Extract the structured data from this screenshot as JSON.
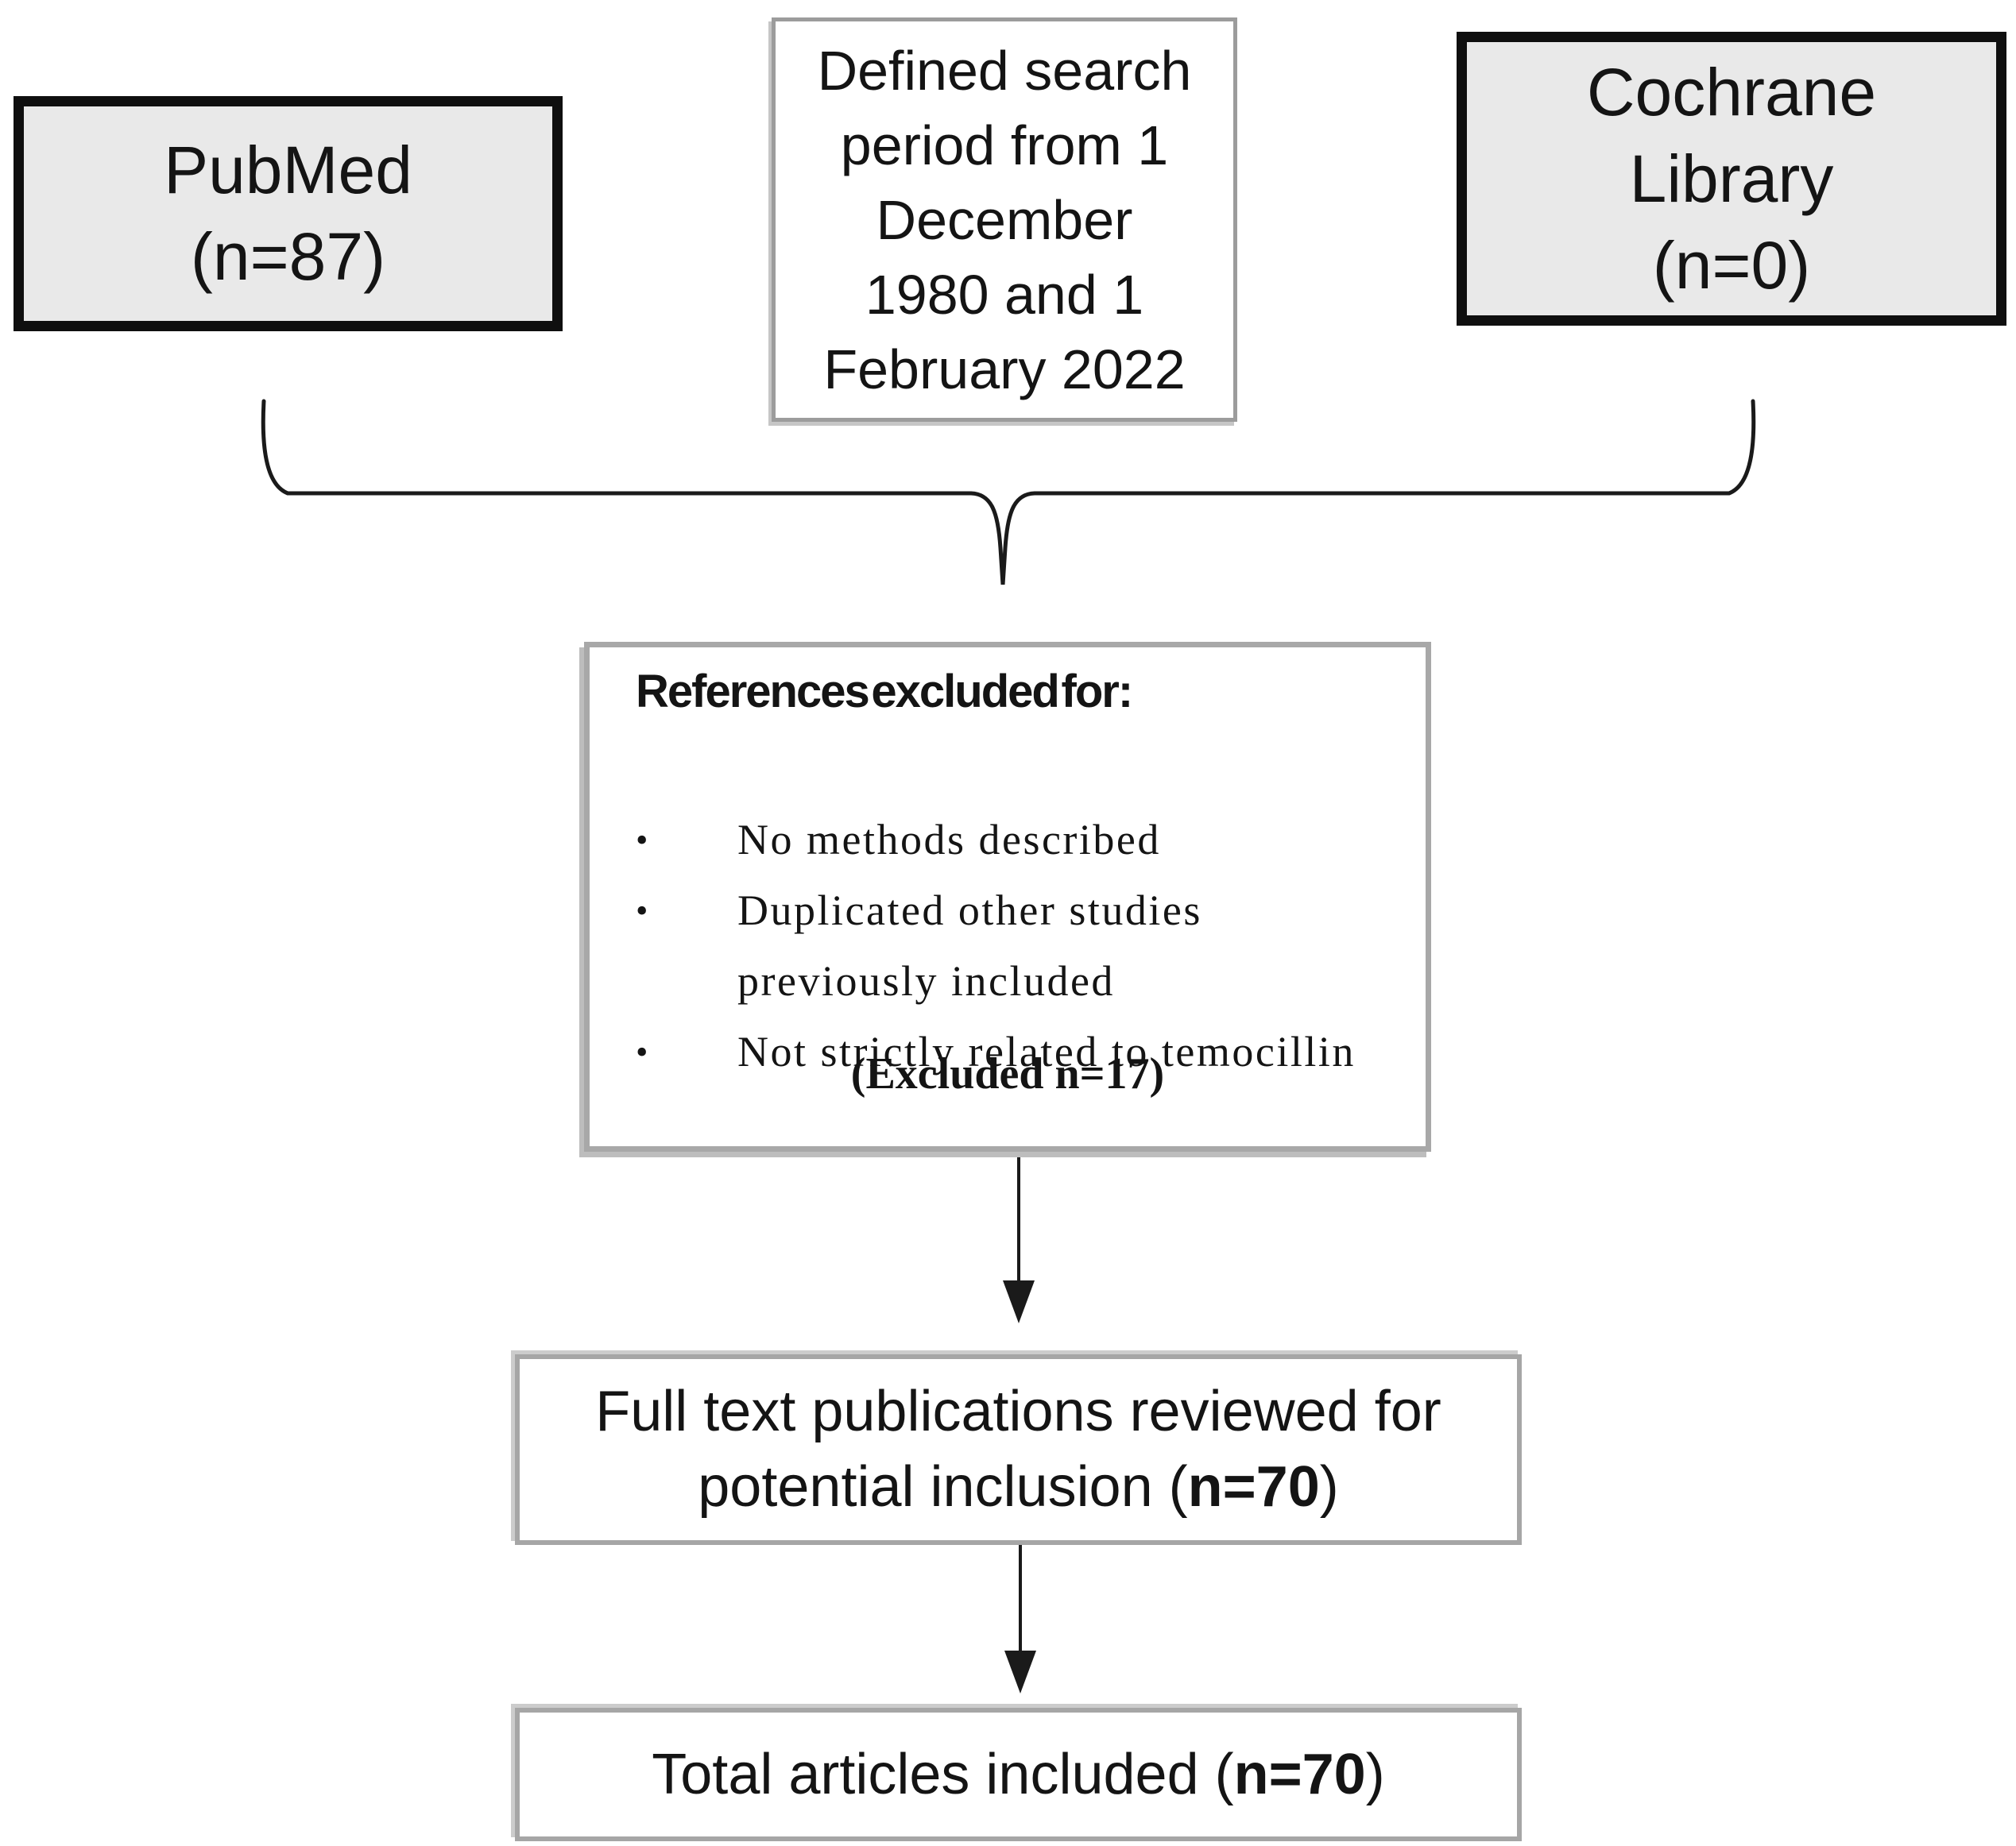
{
  "figure": {
    "type": "flowchart",
    "description": "Literature search and selection flow diagram"
  },
  "boxes": {
    "pubmed": {
      "line1": "PubMed",
      "line2": "(n=87)"
    },
    "search_period": {
      "line1": "Defined search",
      "line2": "period from 1",
      "line3": "December",
      "line4": "1980 and 1",
      "line5": "February 2022"
    },
    "cochrane": {
      "line1": "Cochrane",
      "line2": "Library",
      "line3": "(n=0)"
    },
    "excluded": {
      "heading": "References excluded for:",
      "bullets": [
        "No methods described",
        "Duplicated other studies previously included",
        "Not strictly related to temocillin"
      ],
      "count_label": "(Excluded n=17)"
    },
    "full_text": {
      "line1": "Full text publications reviewed for",
      "line2_prefix": "potential inclusion (",
      "line2_bold": "n=70",
      "line2_suffix": ")"
    },
    "total": {
      "prefix": "Total articles included (",
      "bold": "n=70",
      "suffix": ")"
    }
  },
  "icons": {
    "bullet": "•"
  },
  "colors": {
    "box_fill_gray": "#e9e9e9",
    "border_black": "#0f0f0f",
    "border_gray": "#a6a6a6",
    "line_black": "#1a1a1a",
    "text": "#141414"
  }
}
